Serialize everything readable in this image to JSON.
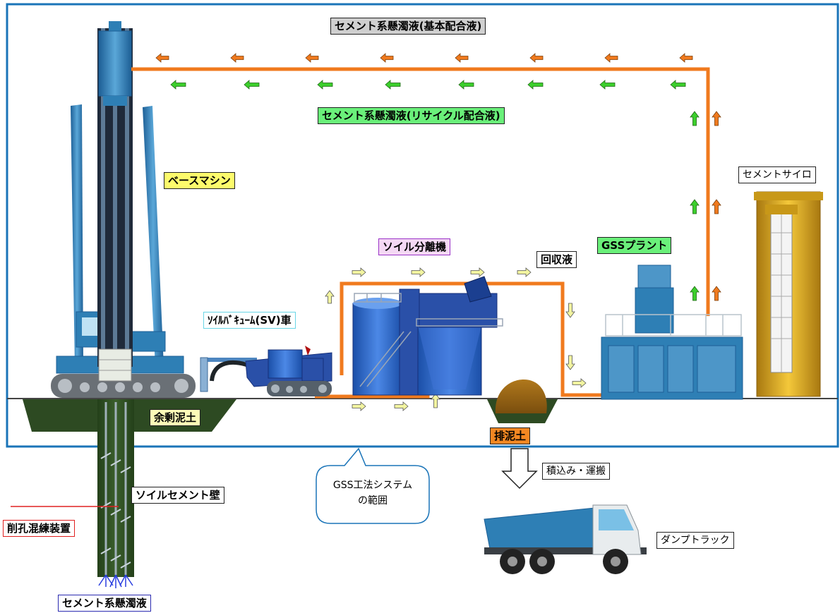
{
  "labels": {
    "cement_basic": "セメント系懸濁液(基本配合液)",
    "cement_recycle": "セメント系懸濁液(リサイクル配合液)",
    "base_machine": "ベースマシン",
    "cement_silo": "セメントサイロ",
    "soil_separator": "ソイル分離機",
    "recovered_liquid": "回収液",
    "gss_plant": "GSSプラント",
    "soil_vacuum": "ｿｲﾙﾊﾞｷｭｰﾑ(SV)車",
    "surplus_soil": "余剰泥土",
    "discharged_soil": "排泥土",
    "loading": "積込み・運搬",
    "soil_cement_wall": "ソイルセメント壁",
    "mixing_device": "削孔混練装置",
    "dump_truck": "ダンプトラック",
    "cement_suspension": "セメント系懸濁液"
  },
  "callout": {
    "line1": "GSS工法システム",
    "line2": "の範囲"
  },
  "colors": {
    "system_border": "#1a74b8",
    "slurry_pipe": "#f07a1e",
    "basic_arrow": "#f07a1e",
    "recycle_arrow": "#3ccf2c",
    "recovered_arrow": "#f2f4a0",
    "ground": "#2d4a22",
    "machine_blue": "#2e7fb5",
    "silo_yellow": "#e8b820",
    "soil_brown": "#9a6414",
    "label_yellow": "#fdfb6c",
    "label_green": "#6af07a",
    "label_gray": "#cfcfcf",
    "label_orange": "#f38722"
  },
  "icons": [
    "flow-arrow-icon",
    "down-arrow-icon"
  ]
}
